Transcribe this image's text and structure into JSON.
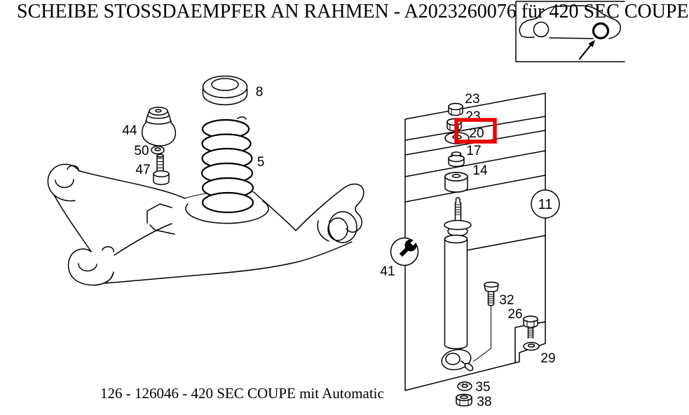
{
  "title": "SCHEIBE STOSSDAEMPFER AN RAHMEN - A2023260076 für 420 SEC COUPE",
  "caption": "126 - 126046 - 420 SEC COUPE mit Automatic",
  "highlight": {
    "selected_part": "20",
    "color": "#ee0000"
  },
  "model_box": {
    "car_icon": "car-side-icon",
    "arrow_icon": "axle-arrow-icon"
  },
  "badges": {
    "subgroup": "11",
    "tool_icon": "wrench-icon"
  },
  "parts": {
    "p8": "8",
    "p44": "44",
    "p50": "50",
    "p47": "47",
    "p5": "5",
    "p23a": "23",
    "p23b": "23",
    "p20": "20",
    "p17": "17",
    "p14": "14",
    "p11": "11",
    "p41": "41",
    "p32": "32",
    "p26": "26",
    "p29": "29",
    "p35": "35",
    "p38": "38"
  }
}
